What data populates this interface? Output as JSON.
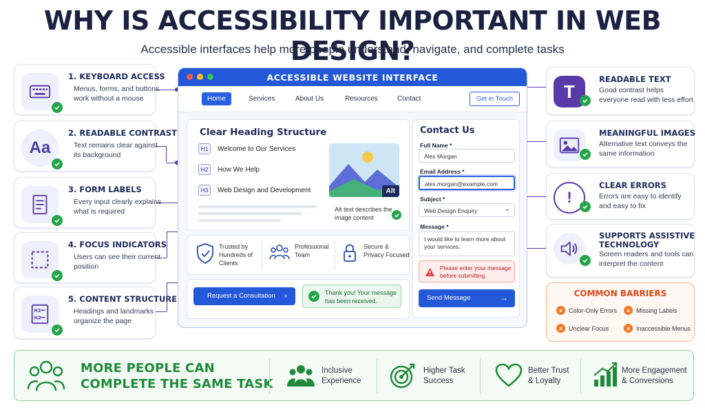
{
  "title": "WHY IS ACCESSIBILITY IMPORTANT IN WEB DESIGN?",
  "subtitle": "Accessible interfaces help more people understand, navigate, and complete tasks",
  "left_cards": [
    {
      "title": "1. KEYBOARD ACCESS",
      "text": "Menus, forms, and buttons work without a mouse",
      "icon": "keyboard-icon"
    },
    {
      "title": "2. READABLE CONTRAST",
      "text": "Text remains clear against its background",
      "icon": "text-aa-icon",
      "icon_text": "Aa"
    },
    {
      "title": "3. FORM LABELS",
      "text": "Every input clearly explains what is required",
      "icon": "form-icon"
    },
    {
      "title": "4. FOCUS INDICATORS",
      "text": "Users can see their current position",
      "icon": "focus-icon"
    },
    {
      "title": "5. CONTENT STRUCTURE",
      "text": "Headings and landmarks organize the page",
      "icon": "headings-icon"
    }
  ],
  "right_cards": [
    {
      "title": "READABLE TEXT",
      "text": "Good contrast helps everyone read with less effort",
      "icon": "text-t-icon",
      "icon_text": "T"
    },
    {
      "title": "MEANINGFUL IMAGES",
      "text": "Alternative text conveys the same information",
      "icon": "image-icon"
    },
    {
      "title": "CLEAR ERRORS",
      "text": "Errors are easy to identify and easy to fix",
      "icon": "error-icon",
      "icon_text": "!"
    },
    {
      "title": "SUPPORTS ASSISTIVE TECHNOLOGY",
      "text": "Screen readers and tools can interpret the content",
      "icon": "speaker-icon"
    }
  ],
  "browser": {
    "title": "ACCESSIBLE WEBSITE INTERFACE",
    "nav": [
      "Home",
      "Services",
      "About Us",
      "Resources",
      "Contact"
    ],
    "cta": "Get in Touch",
    "heading_panel": {
      "title": "Clear Heading Structure",
      "rows": [
        {
          "tag": "H1",
          "text": "Welcome to Our Services"
        },
        {
          "tag": "H2",
          "text": "How We Help"
        },
        {
          "tag": "H3",
          "text": "Web Design and Development"
        }
      ],
      "alt_badge": "Alt",
      "alt_caption": "Alt text describes the image content"
    },
    "features": [
      {
        "text": "Trusted by Hundreds of Clients"
      },
      {
        "text": "Professional Team"
      },
      {
        "text": "Secure & Privacy Focused"
      }
    ],
    "request_button": "Request a Consultation",
    "success_message": "Thank you! Your message has been received.",
    "form": {
      "title": "Contact Us",
      "name_label": "Full Name *",
      "name_value": "Alex Morgan",
      "email_label": "Email Address *",
      "email_value": "alex.morgan@example.com",
      "subject_label": "Subject *",
      "subject_value": "Web Design Enquiry",
      "message_label": "Message *",
      "message_value": "I would like to learn more about your services.",
      "error": "Please enter your message before submitting.",
      "submit": "Send Message"
    }
  },
  "barriers": {
    "title": "COMMON BARRIERS",
    "items": [
      "Color-Only Errors",
      "Missing Labels",
      "Unclear Focus",
      "Inaccessible Menus"
    ]
  },
  "banner": {
    "line1": "MORE PEOPLE CAN",
    "line2": "COMPLETE THE SAME TASK",
    "benefits": [
      {
        "line1": "Inclusive",
        "line2": "Experience"
      },
      {
        "line1": "Higher Task",
        "line2": "Success"
      },
      {
        "line1": "Better Trust",
        "line2": "& Loyalty"
      },
      {
        "line1": "More Engagement",
        "line2": "& Conversions"
      }
    ]
  },
  "colors": {
    "brand_blue": "#2358d8",
    "accent_purple": "#5a3aa8",
    "success_green": "#23a44a",
    "warning_orange": "#f07a2a",
    "error_red": "#e03a3a"
  }
}
